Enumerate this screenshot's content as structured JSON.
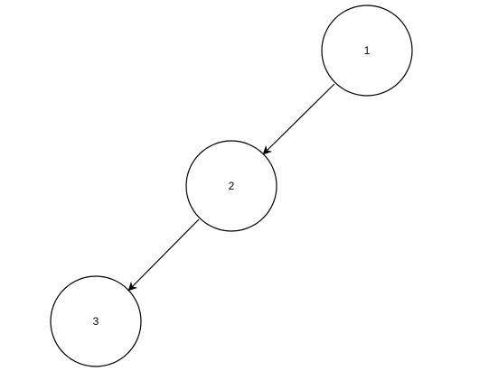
{
  "diagram": {
    "type": "binary-tree",
    "colors": {
      "background": "#ffffff",
      "stroke": "#000000",
      "node_fill": "#ffffff",
      "text": "#000000"
    },
    "nodes": [
      {
        "id": "n1",
        "label": "1"
      },
      {
        "id": "n2",
        "label": "2"
      },
      {
        "id": "n3",
        "label": "3"
      }
    ],
    "edges": [
      {
        "from": "n1",
        "to": "n2"
      },
      {
        "from": "n2",
        "to": "n3"
      }
    ]
  }
}
